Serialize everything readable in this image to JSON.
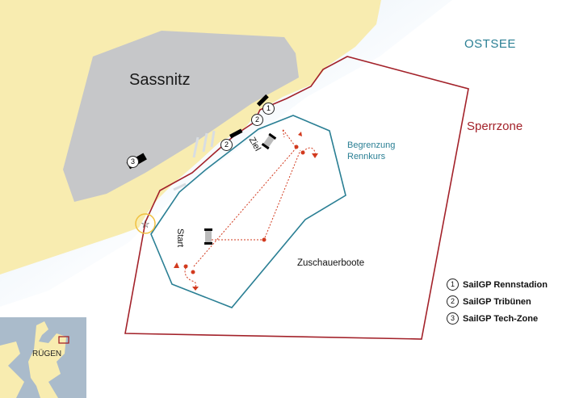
{
  "labels": {
    "town": "Sassnitz",
    "sea": "OSTSEE",
    "restricted_zone": "Sperrzone",
    "course_boundary": [
      "Begrenzung",
      "Rennkurs"
    ],
    "spectator_boats": "Zuschauerboote",
    "start": "Start",
    "finish": "Ziel",
    "inset_island": "RÜGEN"
  },
  "legend": [
    {
      "num": "1",
      "label": "SailGP Rennstadion"
    },
    {
      "num": "2",
      "label": "SailGP Tribünen"
    },
    {
      "num": "3",
      "label": "SailGP Tech-Zone"
    }
  ],
  "markers": [
    "1",
    "2",
    "2",
    "3"
  ],
  "colors": {
    "land": "#f8ecb0",
    "town": "#c6c7c9",
    "restricted_zone": "#a3222a",
    "course": "#2a7f94",
    "course_line": "#d23a1e",
    "inset_water": "#aabbcb",
    "highlight_ring": "#f0c040"
  }
}
